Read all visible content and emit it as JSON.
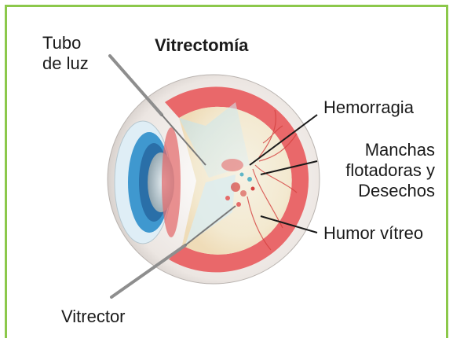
{
  "title": "Vitrectomía",
  "labels": {
    "light_tube": [
      "Tubo",
      "de luz"
    ],
    "hemorrhage": "Hemorragia",
    "floaters": [
      "Manchas",
      "flotadoras y",
      "Desechos"
    ],
    "vitreous_humor": "Humor vítreo",
    "vitrector": "Vitrector"
  },
  "colors": {
    "frame": "#8cc84b",
    "sclera": "#f1e9e4",
    "retina": "#e9686a",
    "lens_blue": "#3f98cf",
    "blood": "#d5413f"
  }
}
